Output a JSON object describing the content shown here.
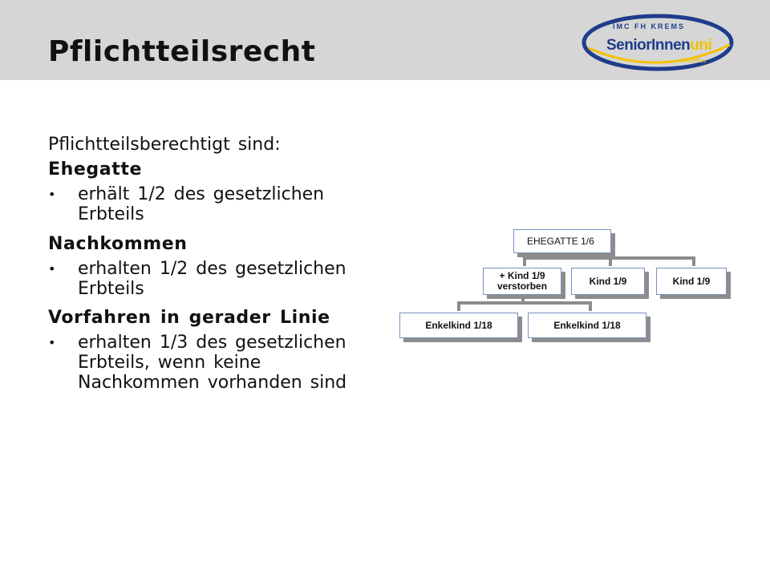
{
  "slide": {
    "title": "Pflichtteilsrecht"
  },
  "logo": {
    "org": "IMC FH KREMS",
    "name_a": "SeniorInnen",
    "name_b": "uni",
    "tagline": "aktiv/Plus"
  },
  "content": {
    "intro": "Pflichtteilsberechtigt sind:",
    "sections": [
      {
        "heading": "Ehegatte",
        "bullet": "erhält 1/2 des gesetzlichen Erbteils"
      },
      {
        "heading": "Nachkommen",
        "bullet": "erhalten 1/2 des gesetzlichen Erbteils"
      },
      {
        "heading": "Vorfahren in gerader Linie",
        "bullet": "erhalten 1/3 des gesetzlichen Erbteils, wenn keine Nachkommen vorhanden sind"
      }
    ]
  },
  "tree": {
    "root": "EHEGATTE 1/6",
    "child_deceased": "+ Kind 1/9 verstorben",
    "child_2": "Kind 1/9",
    "child_3": "Kind 1/9",
    "grandchild_1": "Enkelkind 1/18",
    "grandchild_2": "Enkelkind 1/18"
  },
  "colors": {
    "header_band": "#d6d6d6",
    "logo_blue": "#1f3c8c",
    "logo_yellow": "#f2c200",
    "node_border": "#7a8fc0",
    "connector": "#8c8c8c"
  }
}
